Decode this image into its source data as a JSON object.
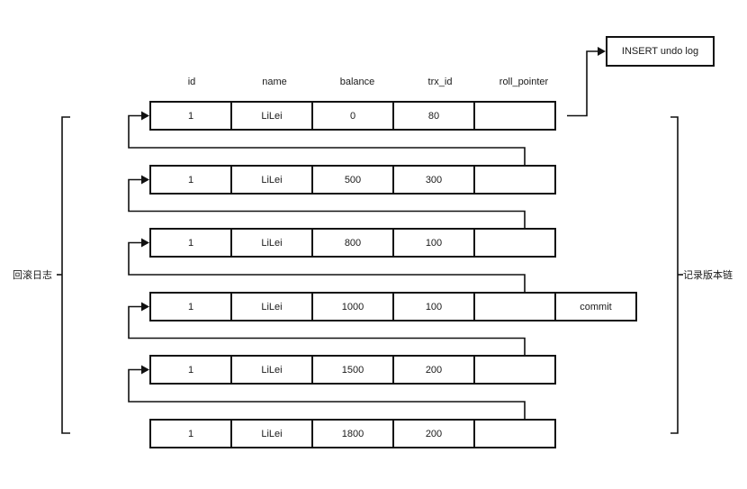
{
  "headers": [
    "id",
    "name",
    "balance",
    "trx_id",
    "roll_pointer"
  ],
  "rows": [
    {
      "id": "1",
      "name": "LiLei",
      "balance": "0",
      "trx_id": "80",
      "roll_pointer": ""
    },
    {
      "id": "1",
      "name": "LiLei",
      "balance": "500",
      "trx_id": "300",
      "roll_pointer": ""
    },
    {
      "id": "1",
      "name": "LiLei",
      "balance": "800",
      "trx_id": "100",
      "roll_pointer": ""
    },
    {
      "id": "1",
      "name": "LiLei",
      "balance": "1000",
      "trx_id": "100",
      "roll_pointer": "",
      "extra": "commit"
    },
    {
      "id": "1",
      "name": "LiLei",
      "balance": "1500",
      "trx_id": "200",
      "roll_pointer": ""
    },
    {
      "id": "1",
      "name": "LiLei",
      "balance": "1800",
      "trx_id": "200",
      "roll_pointer": ""
    }
  ],
  "insert_undo_log": "INSERT undo log",
  "left_brace_label": "回滚日志",
  "right_brace_label": "记录版本链",
  "colors": {
    "stroke": "#111111",
    "background": "#ffffff"
  }
}
